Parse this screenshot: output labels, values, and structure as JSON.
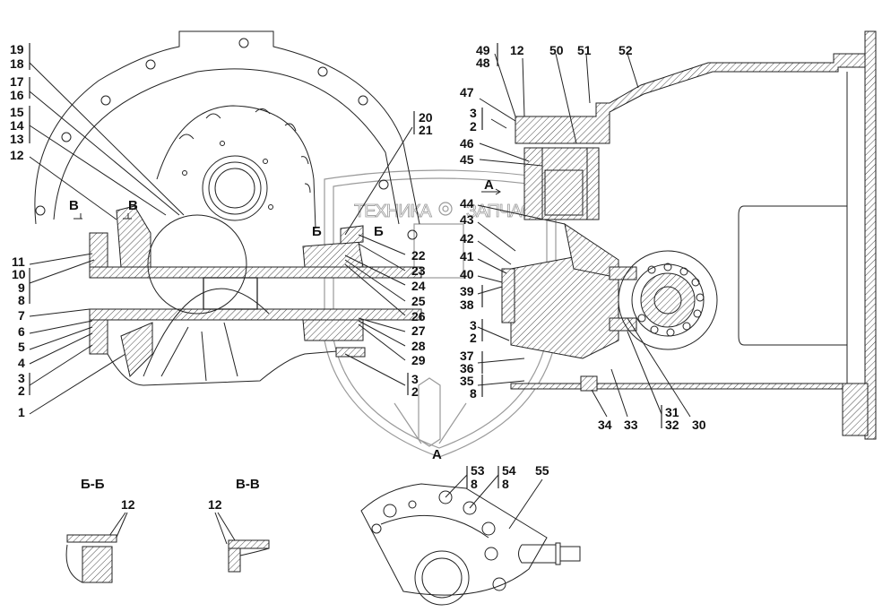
{
  "drawing": {
    "type": "assembly-section-drawing",
    "watermark": {
      "left_text": "ТЕХНИКА",
      "right_text": "ЗАПЧАСТИ",
      "logo": "gear-icon"
    },
    "view_marks": {
      "section_b_left": "Б",
      "section_b_right": "Б",
      "section_v_left": "В",
      "section_v_right": "В",
      "view_a_arrow": "А",
      "view_a_label": "А"
    },
    "callouts_left": [
      {
        "id": "c19-18",
        "lines": [
          "19",
          "18"
        ]
      },
      {
        "id": "c17-16",
        "lines": [
          "17",
          "16"
        ]
      },
      {
        "id": "c15-13",
        "lines": [
          "15",
          "14",
          "13"
        ]
      },
      {
        "id": "c12a",
        "lines": [
          "12"
        ]
      },
      {
        "id": "c11",
        "lines": [
          "11"
        ]
      },
      {
        "id": "c10-8",
        "lines": [
          "10",
          "9",
          "8"
        ]
      },
      {
        "id": "c7",
        "lines": [
          "7"
        ]
      },
      {
        "id": "c6",
        "lines": [
          "6"
        ]
      },
      {
        "id": "c5",
        "lines": [
          "5"
        ]
      },
      {
        "id": "c4",
        "lines": [
          "4"
        ]
      },
      {
        "id": "c3-2a",
        "lines": [
          "3",
          "2"
        ]
      },
      {
        "id": "c1",
        "lines": [
          "1"
        ]
      }
    ],
    "callouts_center": [
      {
        "id": "c20-21",
        "lines": [
          "20",
          "21"
        ]
      },
      {
        "id": "c22",
        "lines": [
          "22"
        ]
      },
      {
        "id": "c23",
        "lines": [
          "23"
        ]
      },
      {
        "id": "c24",
        "lines": [
          "24"
        ]
      },
      {
        "id": "c25",
        "lines": [
          "25"
        ]
      },
      {
        "id": "c26",
        "lines": [
          "26"
        ]
      },
      {
        "id": "c27",
        "lines": [
          "27"
        ]
      },
      {
        "id": "c28",
        "lines": [
          "28"
        ]
      },
      {
        "id": "c29",
        "lines": [
          "29"
        ]
      },
      {
        "id": "c3-2b",
        "lines": [
          "3",
          "2"
        ]
      }
    ],
    "callouts_right": [
      {
        "id": "c49-48",
        "lines": [
          "49",
          "48"
        ]
      },
      {
        "id": "c12b",
        "lines": [
          "12"
        ]
      },
      {
        "id": "c50",
        "lines": [
          "50"
        ]
      },
      {
        "id": "c51",
        "lines": [
          "51"
        ]
      },
      {
        "id": "c52",
        "lines": [
          "52"
        ]
      },
      {
        "id": "c47",
        "lines": [
          "47"
        ]
      },
      {
        "id": "c3-2c",
        "lines": [
          "3",
          "2"
        ]
      },
      {
        "id": "c46",
        "lines": [
          "46"
        ]
      },
      {
        "id": "c45",
        "lines": [
          "45"
        ]
      },
      {
        "id": "c44",
        "lines": [
          "44"
        ]
      },
      {
        "id": "c43",
        "lines": [
          "43"
        ]
      },
      {
        "id": "c42",
        "lines": [
          "42"
        ]
      },
      {
        "id": "c41",
        "lines": [
          "41"
        ]
      },
      {
        "id": "c40",
        "lines": [
          "40"
        ]
      },
      {
        "id": "c39-38",
        "lines": [
          "39",
          "38"
        ]
      },
      {
        "id": "c3-2d",
        "lines": [
          "3",
          "2"
        ]
      },
      {
        "id": "c37-36",
        "lines": [
          "37",
          "36"
        ]
      },
      {
        "id": "c35-8",
        "lines": [
          "35",
          "8"
        ]
      },
      {
        "id": "c34",
        "lines": [
          "34"
        ]
      },
      {
        "id": "c33",
        "lines": [
          "33"
        ]
      },
      {
        "id": "c31-32",
        "lines": [
          "31",
          "32"
        ]
      },
      {
        "id": "c30",
        "lines": [
          "30"
        ]
      }
    ],
    "details": {
      "section_bb": {
        "title": "Б-Б",
        "callout": "12"
      },
      "section_vv": {
        "title": "В-В",
        "callout": "12"
      },
      "view_a": {
        "callouts": [
          {
            "lines": [
              "53",
              "8"
            ]
          },
          {
            "lines": [
              "54",
              "8"
            ]
          },
          {
            "lines": [
              "55"
            ]
          }
        ]
      }
    }
  }
}
